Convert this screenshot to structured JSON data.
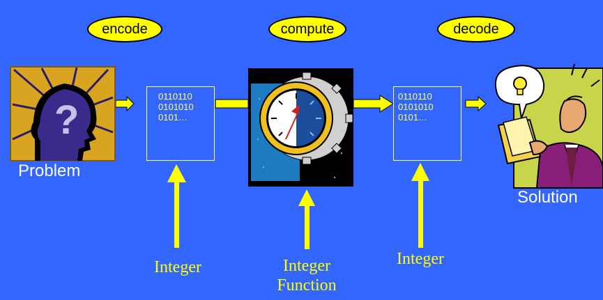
{
  "steps": {
    "encode": "encode",
    "compute": "compute",
    "decode": "decode"
  },
  "binary_left": [
    "0110110",
    "0101010",
    "0101…"
  ],
  "binary_right": [
    "0110110",
    "0101010",
    "0101…"
  ],
  "labels": {
    "problem": "Problem",
    "solution": "Solution",
    "integer_left": "Integer",
    "integer_function_line1": "Integer",
    "integer_function_line2": "Function",
    "integer_right": "Integer"
  },
  "colors": {
    "background": "#3366ff",
    "accent": "#ffff00",
    "text_light": "#ffffff"
  },
  "icons": [
    "problem-head-question-icon",
    "compute-dial-gear-icon",
    "solution-person-folder-icon",
    "lightbulb-icon"
  ]
}
